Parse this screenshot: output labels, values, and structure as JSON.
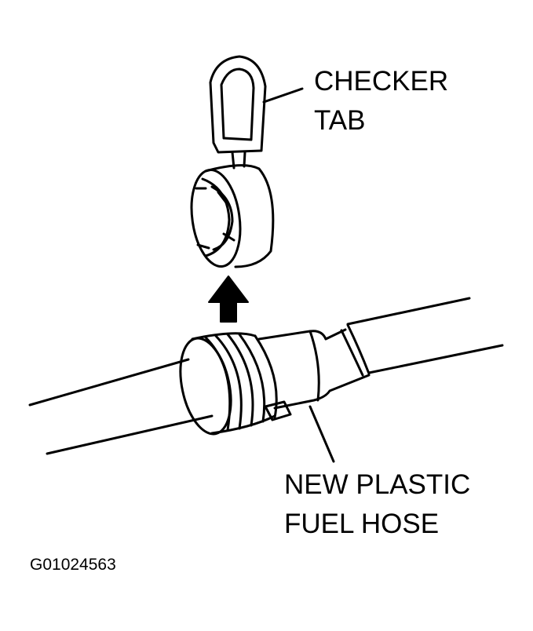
{
  "labels": {
    "checker_tab_line1": "CHECKER",
    "checker_tab_line2": "TAB",
    "hose_line1": "NEW PLASTIC",
    "hose_line2": "FUEL HOSE",
    "figure_id": "G01024563"
  },
  "colors": {
    "ink": "#000000",
    "paper": "#ffffff"
  }
}
